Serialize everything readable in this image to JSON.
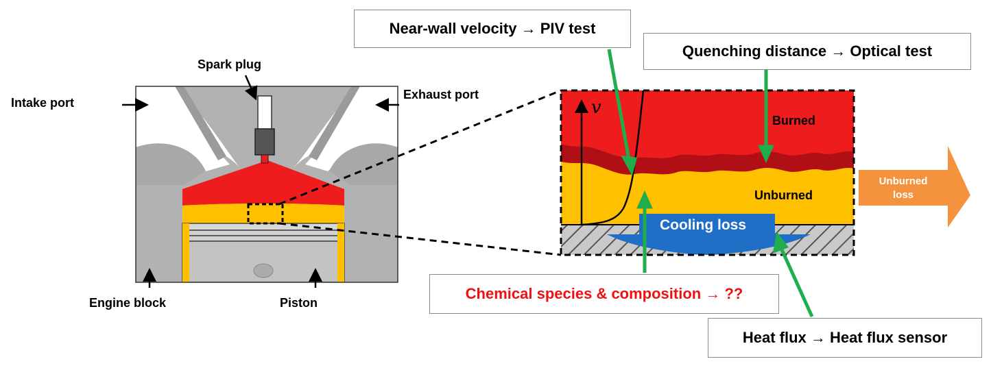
{
  "engine": {
    "spark_plug": "Spark plug",
    "intake_port": "Intake port",
    "exhaust_port": "Exhaust port",
    "engine_block": "Engine block",
    "piston": "Piston"
  },
  "zoom": {
    "velocity_symbol": "v",
    "burned": "Burned",
    "unburned": "Unburned",
    "cooling_loss": "Cooling loss"
  },
  "unburned_loss_arrow": {
    "line1": "Unburned",
    "line2": "loss"
  },
  "callouts": {
    "near_wall": "Near-wall velocity → PIV test",
    "quenching": "Quenching distance → Optical test",
    "chemical": "Chemical species & composition → ??",
    "heat_flux": "Heat flux → Heat flux sensor"
  },
  "colors": {
    "burned": "#ee1c1c",
    "burned_dark": "#b01015",
    "unburned": "#ffc000",
    "cooling": "#1f6fc6",
    "pointer": "#1fae4b",
    "unburned_loss": "#f5923e",
    "chemical_text": "#ee1111"
  }
}
